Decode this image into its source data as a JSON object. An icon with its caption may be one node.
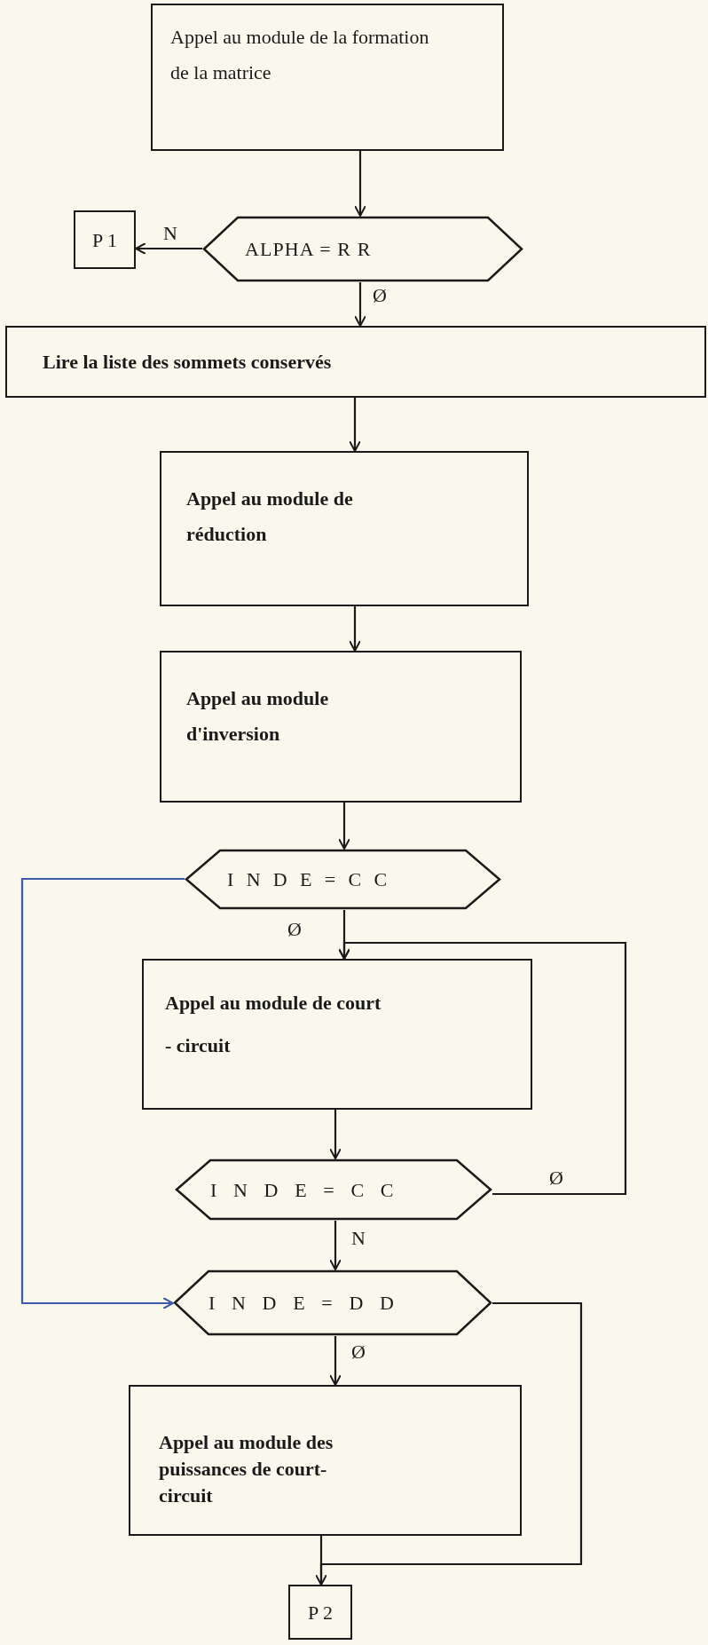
{
  "diagram": {
    "nodes": [
      {
        "text": [
          "Appel au module de la formation de la matrice"
        ]
      },
      {
        "text": [
          "P 1"
        ]
      },
      {
        "text": [
          "ALPHA =  R R"
        ]
      },
      {
        "text": [
          "Lire la liste des sommets conservés"
        ]
      },
      {
        "text": [
          "Appel au module de réduction"
        ]
      },
      {
        "text": [
          "Appel au module d'inversion"
        ]
      },
      {
        "text": [
          "I N D E = C C"
        ]
      },
      {
        "text": [
          "Appel au module de court - circuit"
        ]
      },
      {
        "text": [
          "I N D E = C C"
        ]
      },
      {
        "text": [
          "I N D E = D D"
        ]
      },
      {
        "text": [
          "Appel au module des puissances de court-circuit"
        ]
      },
      {
        "text": [
          "P 2"
        ]
      }
    ],
    "edges": [
      {
        "from": 0,
        "to": 2,
        "arrow": "to"
      },
      {
        "from": 2,
        "to": 1,
        "arrow": "to",
        "label": "N"
      },
      {
        "from": 2,
        "to": 3,
        "arrow": "to",
        "label": "Ø"
      },
      {
        "from": 3,
        "to": 4,
        "arrow": "to"
      },
      {
        "from": 4,
        "to": 5,
        "arrow": "to"
      },
      {
        "from": 5,
        "to": 6,
        "arrow": "to"
      },
      {
        "from": 6,
        "to": 7,
        "arrow": "to",
        "label": "Ø"
      },
      {
        "from": 7,
        "to": 8,
        "arrow": "to"
      },
      {
        "from": 8,
        "to": 7,
        "arrow": "to",
        "label": "Ø"
      },
      {
        "from": 6,
        "to": 9,
        "arrow": "to",
        "color": "#3b5ba8"
      },
      {
        "from": 8,
        "to": 9,
        "arrow": "to",
        "label": "N"
      },
      {
        "from": 9,
        "to": 10,
        "arrow": "to",
        "label": "Ø"
      },
      {
        "from": 9,
        "to": 11,
        "arrow": "to"
      },
      {
        "from": 10,
        "to": 11,
        "arrow": "none"
      }
    ]
  }
}
